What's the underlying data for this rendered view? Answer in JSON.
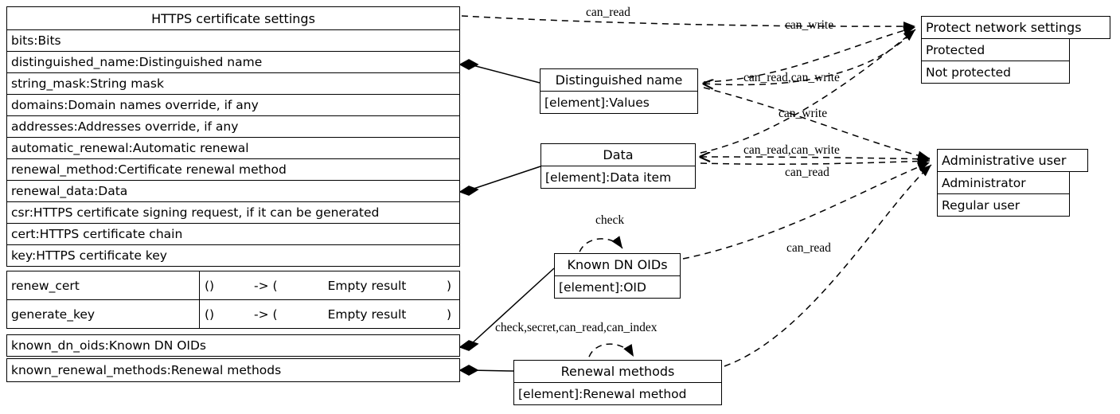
{
  "diagram": {
    "type": "uml-class-diagram",
    "title": "HTTPS certificate settings",
    "background": "#ffffff",
    "line_color": "#000000"
  },
  "main_class": {
    "name": "HTTPS certificate settings",
    "attributes": [
      "bits:Bits",
      "distinguished_name:Distinguished name",
      "string_mask:String mask",
      "domains:Domain names override, if any",
      "addresses:Addresses override, if any",
      "automatic_renewal:Automatic renewal",
      "renewal_method:Certificate renewal method",
      "renewal_data:Data",
      "csr:HTTPS certificate signing request, if it can be generated",
      "cert:HTTPS certificate chain",
      "key:HTTPS certificate key"
    ],
    "methods": [
      {
        "name": "renew_cert",
        "params": "()",
        "arrow": "-> (",
        "result": "Empty result",
        "close": ")"
      },
      {
        "name": "generate_key",
        "params": "()",
        "arrow": "-> (",
        "result": "Empty result",
        "close": ")"
      }
    ],
    "trailing_attributes": [
      "known_dn_oids:Known DN OIDs",
      "known_renewal_methods:Renewal methods"
    ]
  },
  "boxes": {
    "distinguished_name": {
      "header": "Distinguished name",
      "rows": [
        "[element]:Values"
      ]
    },
    "data": {
      "header": "Data",
      "rows": [
        "[element]:Data item"
      ]
    },
    "known_dn_oids": {
      "header": "Known DN OIDs",
      "rows": [
        "[element]:OID"
      ]
    },
    "renewal_methods": {
      "header": "Renewal methods",
      "rows": [
        "[element]:Renewal method"
      ]
    },
    "protect_network_settings": {
      "header": "Protect network settings",
      "rows": [
        "Protected",
        "Not protected"
      ]
    },
    "administrative_user": {
      "header": "Administrative user",
      "rows": [
        "Administrator",
        "Regular user"
      ]
    }
  },
  "edge_labels": {
    "can_read_top": "can_read",
    "can_write_top": "can_write",
    "can_read_can_write_top": "can_read,can_write",
    "can_write_mid": "can_write",
    "can_read_can_write_mid": "can_read,can_write",
    "can_read_mid": "can_read",
    "check_loop": "check",
    "can_read_lower": "can_read",
    "renewal_perms": "check,secret,can_read,can_index"
  }
}
